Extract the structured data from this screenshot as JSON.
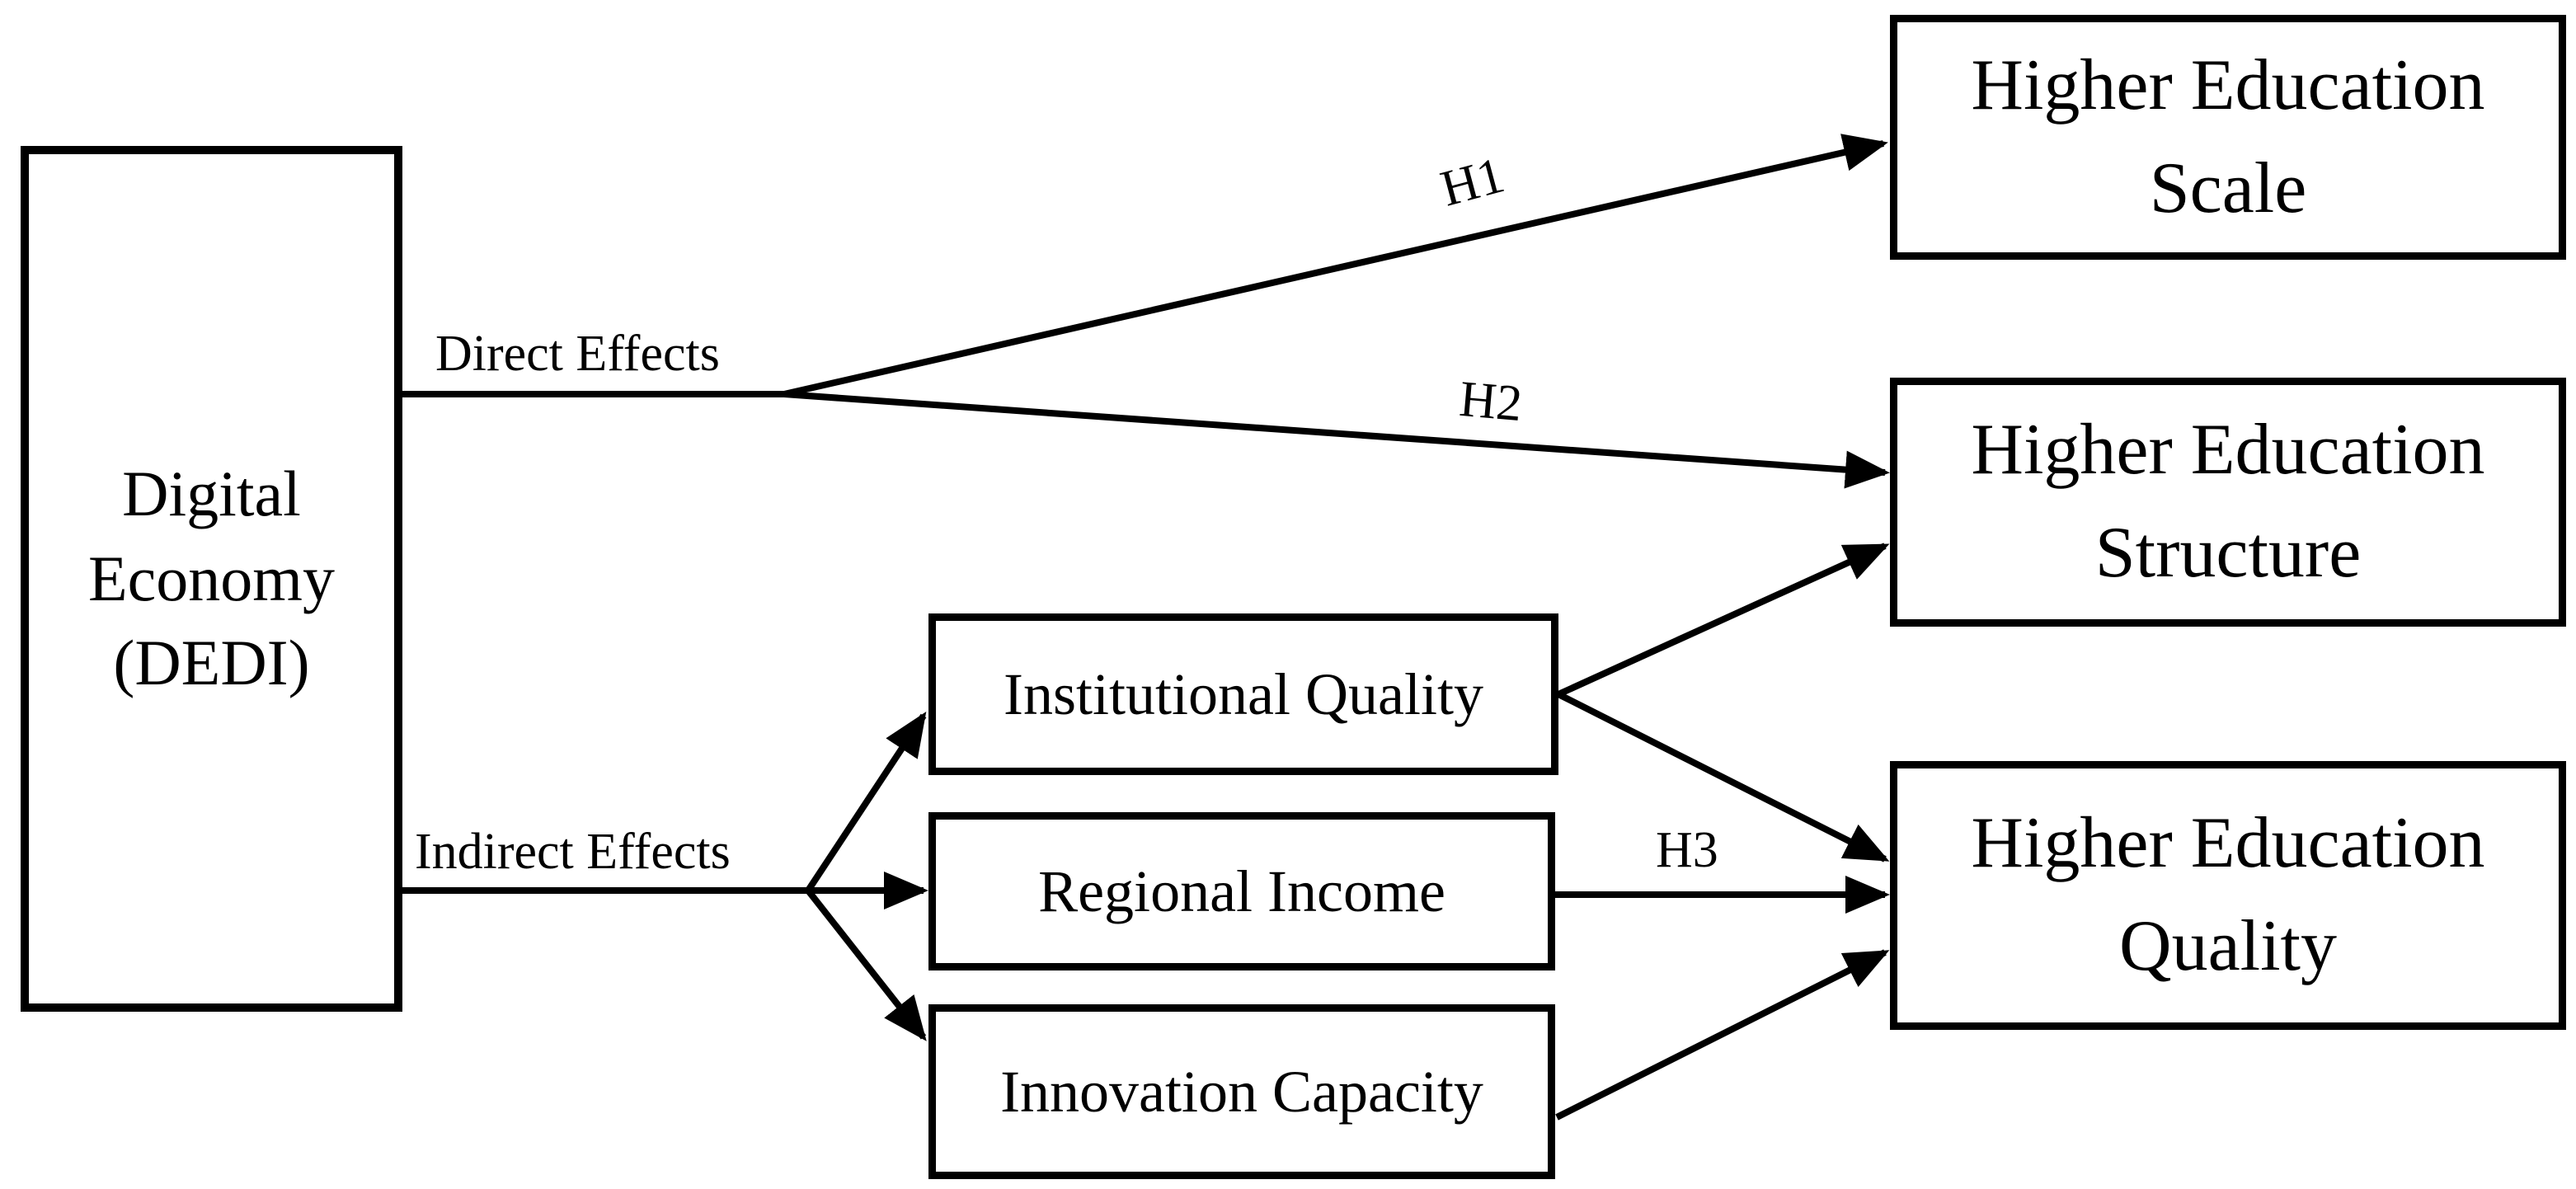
{
  "figure": {
    "type": "path-model-diagram",
    "background_color": "#ffffff",
    "line_color": "#000000",
    "box_fill": "#ffffff"
  },
  "nodes": {
    "digital_economy": {
      "label": "Digital Economy (DEDI)"
    },
    "he_scale": {
      "label": "Higher Education Scale"
    },
    "he_structure": {
      "label": "Higher Education Structure"
    },
    "he_quality": {
      "label": "Higher Education Quality"
    },
    "institutional_quality": {
      "label": "Institutional Quality"
    },
    "regional_income": {
      "label": "Regional Income"
    },
    "innovation_capacity": {
      "label": "Innovation Capacity"
    }
  },
  "edge_labels": {
    "direct_effects": "Direct Effects",
    "indirect_effects": "Indirect Effects",
    "h1": "H1",
    "h2": "H2",
    "h3": "H3"
  },
  "edges": [
    {
      "from": "digital_economy",
      "to": "he_scale",
      "label": "H1",
      "group": "direct"
    },
    {
      "from": "digital_economy",
      "to": "he_structure",
      "label": "H2",
      "group": "direct"
    },
    {
      "from": "digital_economy",
      "to": "institutional_quality",
      "label": "",
      "group": "indirect"
    },
    {
      "from": "digital_economy",
      "to": "regional_income",
      "label": "",
      "group": "indirect"
    },
    {
      "from": "digital_economy",
      "to": "innovation_capacity",
      "label": "",
      "group": "indirect"
    },
    {
      "from": "institutional_quality",
      "to": "he_structure",
      "label": "",
      "group": "mediator"
    },
    {
      "from": "institutional_quality",
      "to": "he_quality",
      "label": "",
      "group": "mediator"
    },
    {
      "from": "regional_income",
      "to": "he_quality",
      "label": "H3",
      "group": "mediator"
    },
    {
      "from": "innovation_capacity",
      "to": "he_quality",
      "label": "",
      "group": "mediator"
    }
  ]
}
